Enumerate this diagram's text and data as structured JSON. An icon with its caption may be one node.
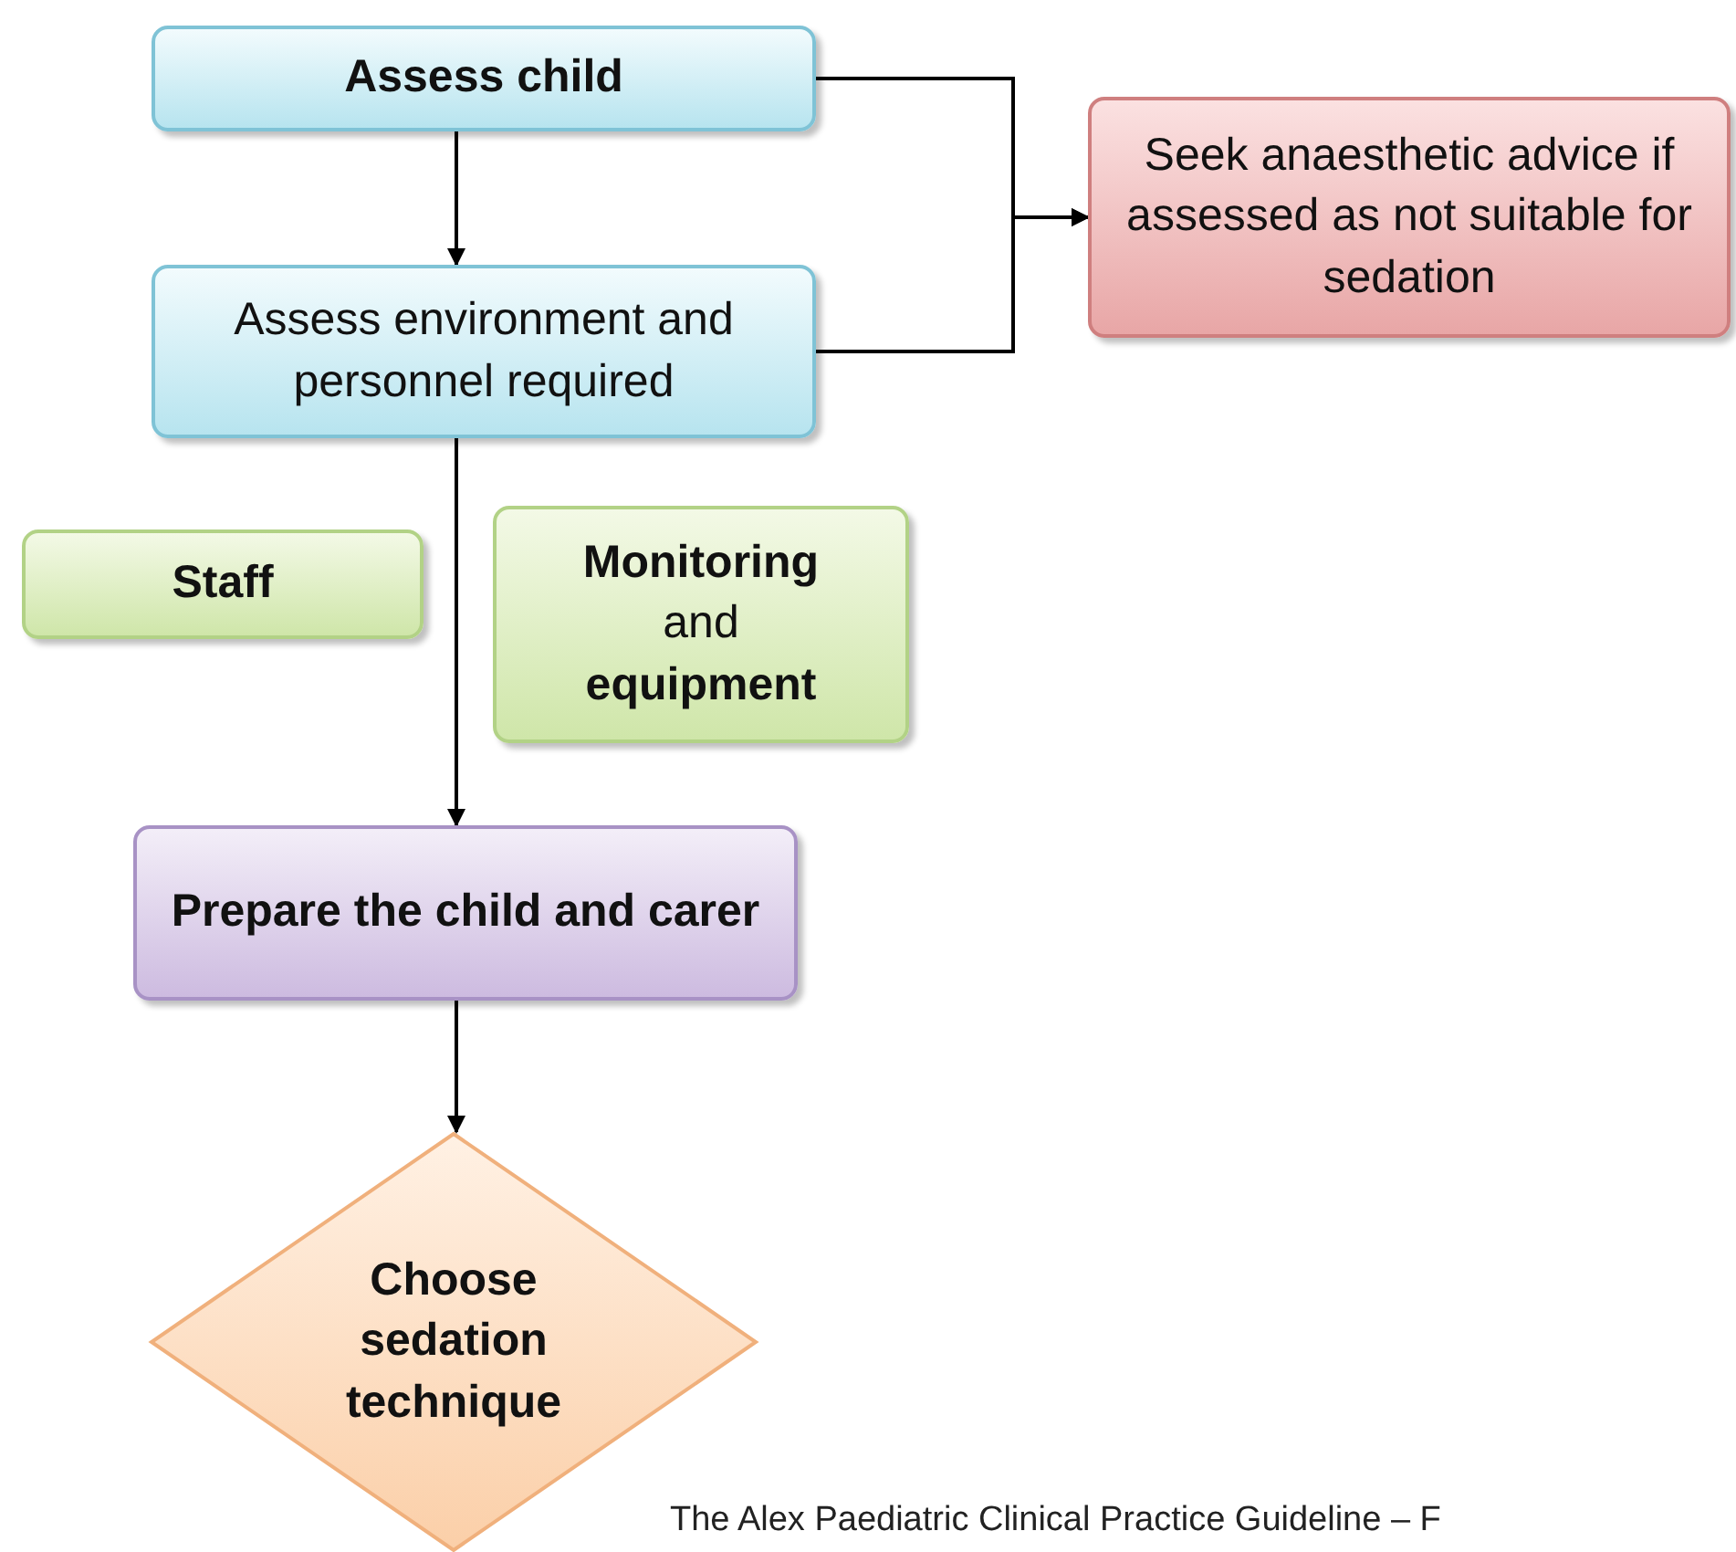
{
  "diagram": {
    "nodes": [
      {
        "text": [
          "Assess child"
        ]
      },
      {
        "text": [
          "Assess environment and personnel required"
        ]
      },
      {
        "text": [
          "Seek anaesthetic advice if assessed as not suitable for sedation"
        ]
      },
      {
        "text": [
          "Staff"
        ]
      },
      {
        "text": [
          "**Monitoring** and **equipment**"
        ]
      },
      {
        "text": [
          "Prepare the child and carer"
        ]
      },
      {
        "text": [
          "Choose sedation technique"
        ]
      }
    ],
    "edges": [
      {
        "from": 0,
        "to": 1,
        "arrow": "to"
      },
      {
        "from": 0,
        "to": 2,
        "arrow": "to"
      },
      {
        "from": 1,
        "to": 2,
        "arrow": "to"
      },
      {
        "from": 1,
        "to": 5,
        "arrow": "to"
      },
      {
        "from": 5,
        "to": 6,
        "arrow": "to"
      }
    ],
    "labels": [
      "The Alex Paediatric Clinical Practice Guideline – F"
    ]
  }
}
